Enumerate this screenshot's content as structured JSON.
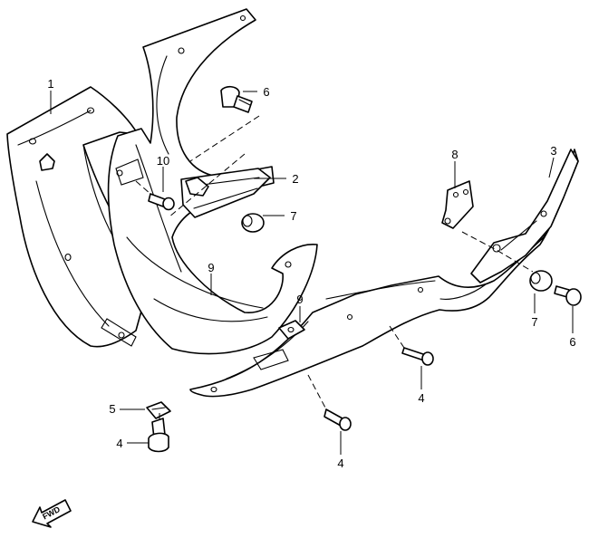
{
  "callouts": {
    "c1": "1",
    "c2": "2",
    "c3": "3",
    "c4a": "4",
    "c4b": "4",
    "c4c": "4",
    "c5": "5",
    "c6a": "6",
    "c6b": "6",
    "c7a": "7",
    "c7b": "7",
    "c8": "8",
    "c9a": "9",
    "c9b": "9",
    "c10": "10"
  },
  "fwd": {
    "label": "FWD",
    "icon": "forward-arrow-icon"
  },
  "colors": {
    "line": "#000000",
    "background": "#ffffff"
  }
}
